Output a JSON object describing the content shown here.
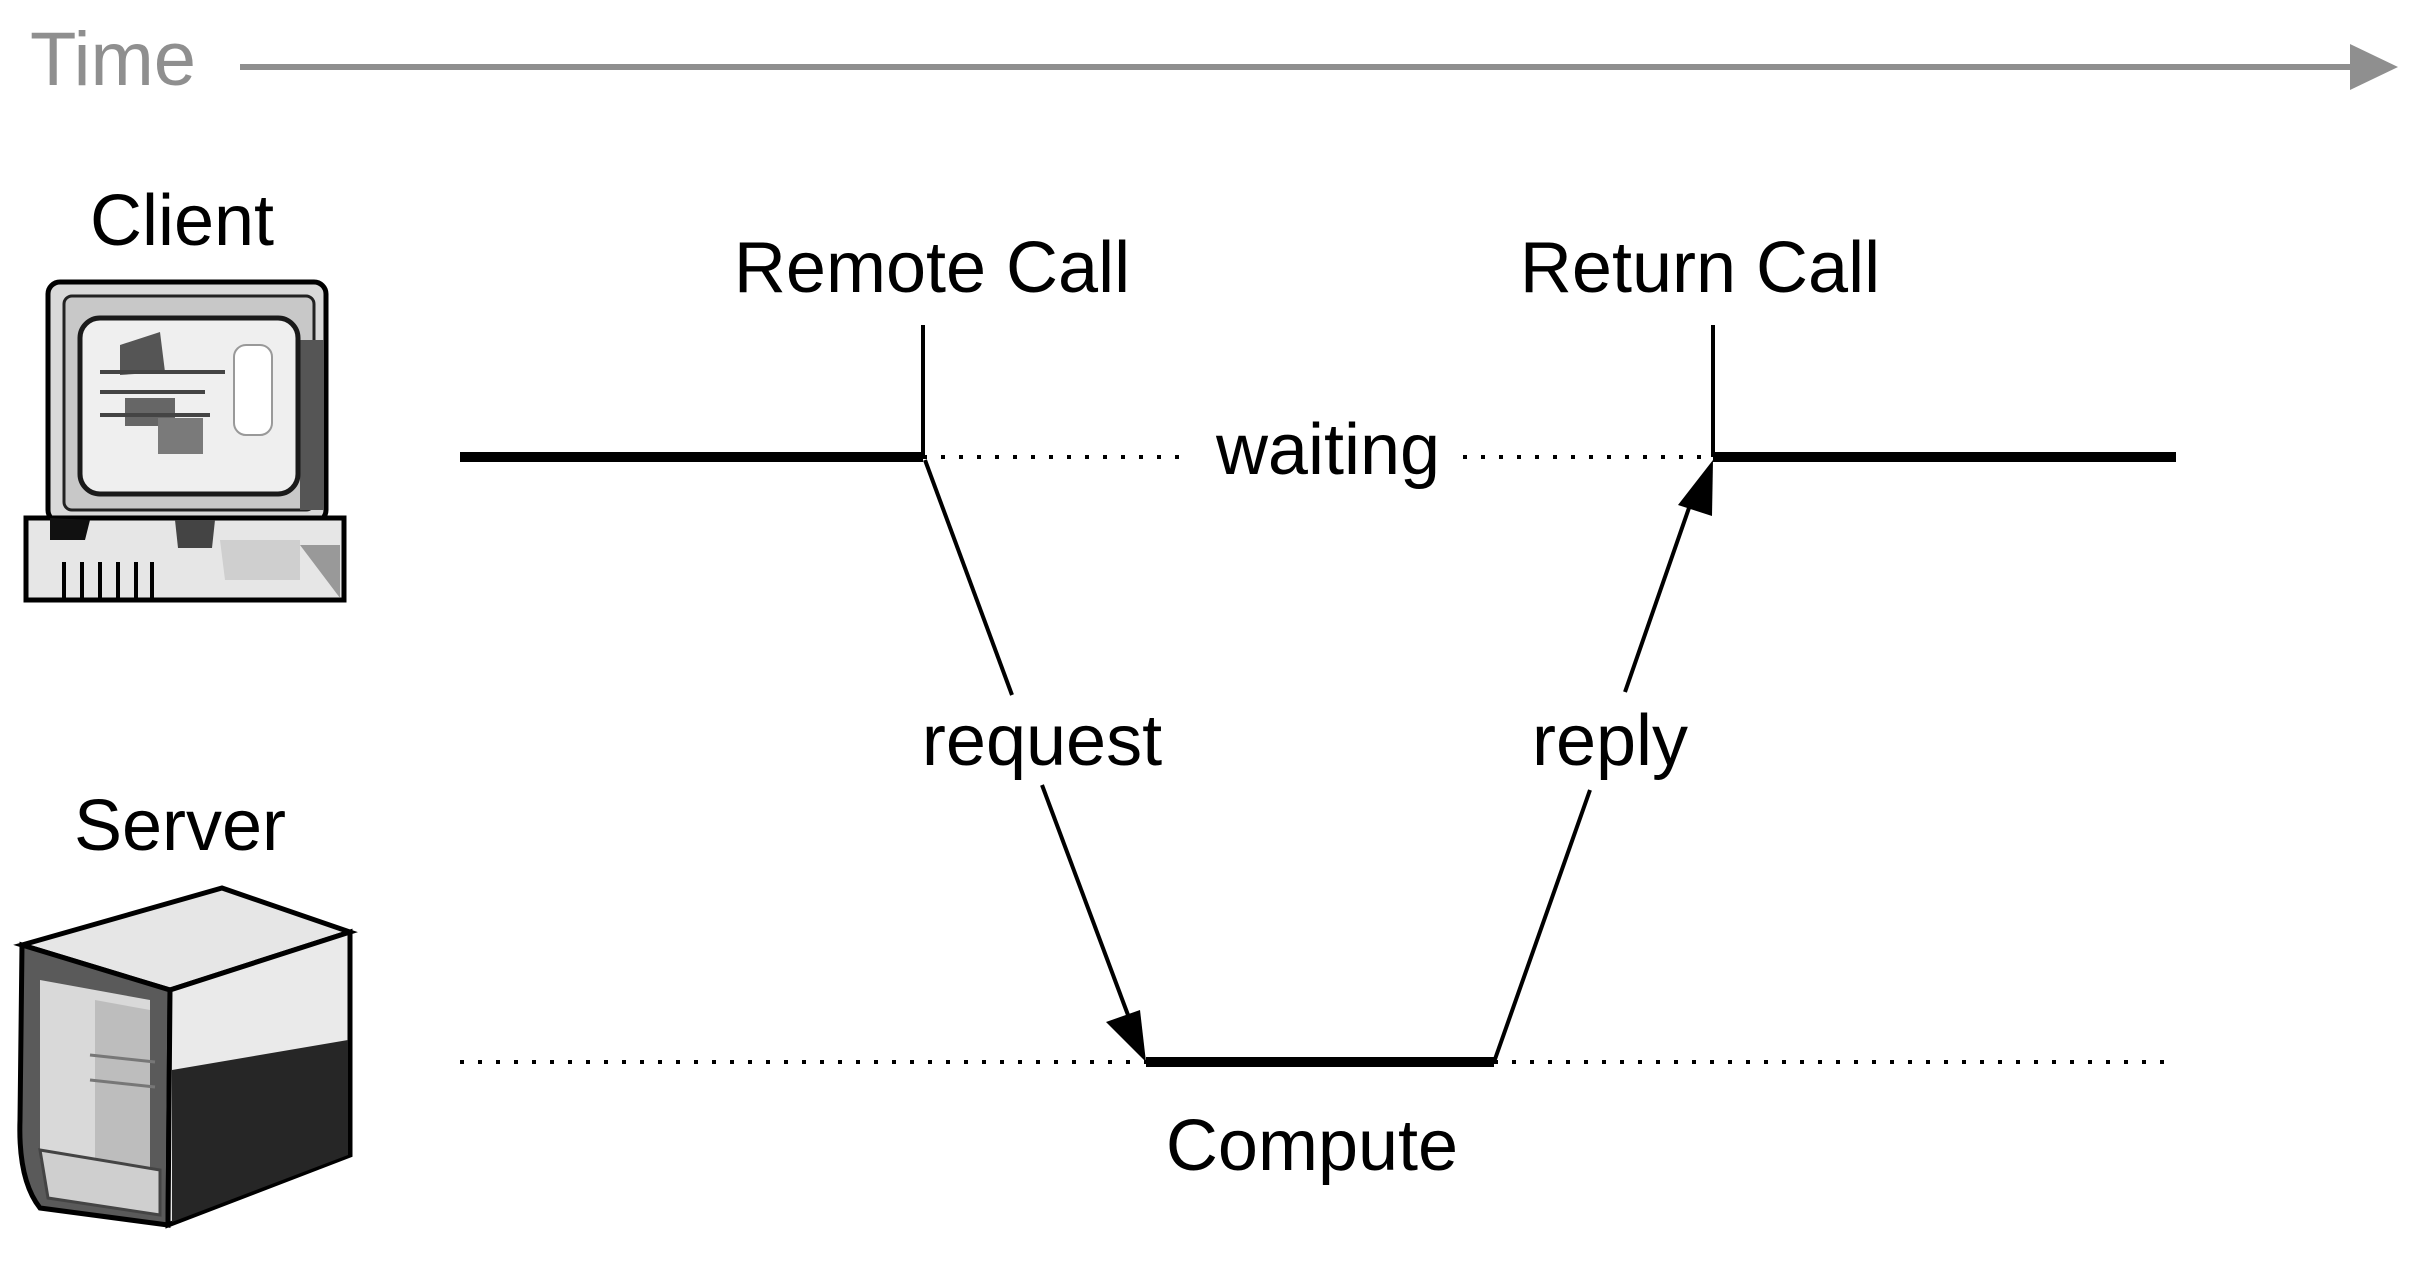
{
  "time_axis": {
    "label": "Time"
  },
  "participants": {
    "client": {
      "label": "Client",
      "icon": "desktop-computer-icon"
    },
    "server": {
      "label": "Server",
      "icon": "server-tower-icon"
    }
  },
  "events": {
    "remote_call": "Remote Call",
    "return_call": "Return Call",
    "waiting": "waiting",
    "compute": "Compute"
  },
  "messages": {
    "request": "request",
    "reply": "reply"
  },
  "colors": {
    "ink": "#000000",
    "time_axis": "#8f8f8f",
    "background": "#ffffff"
  }
}
